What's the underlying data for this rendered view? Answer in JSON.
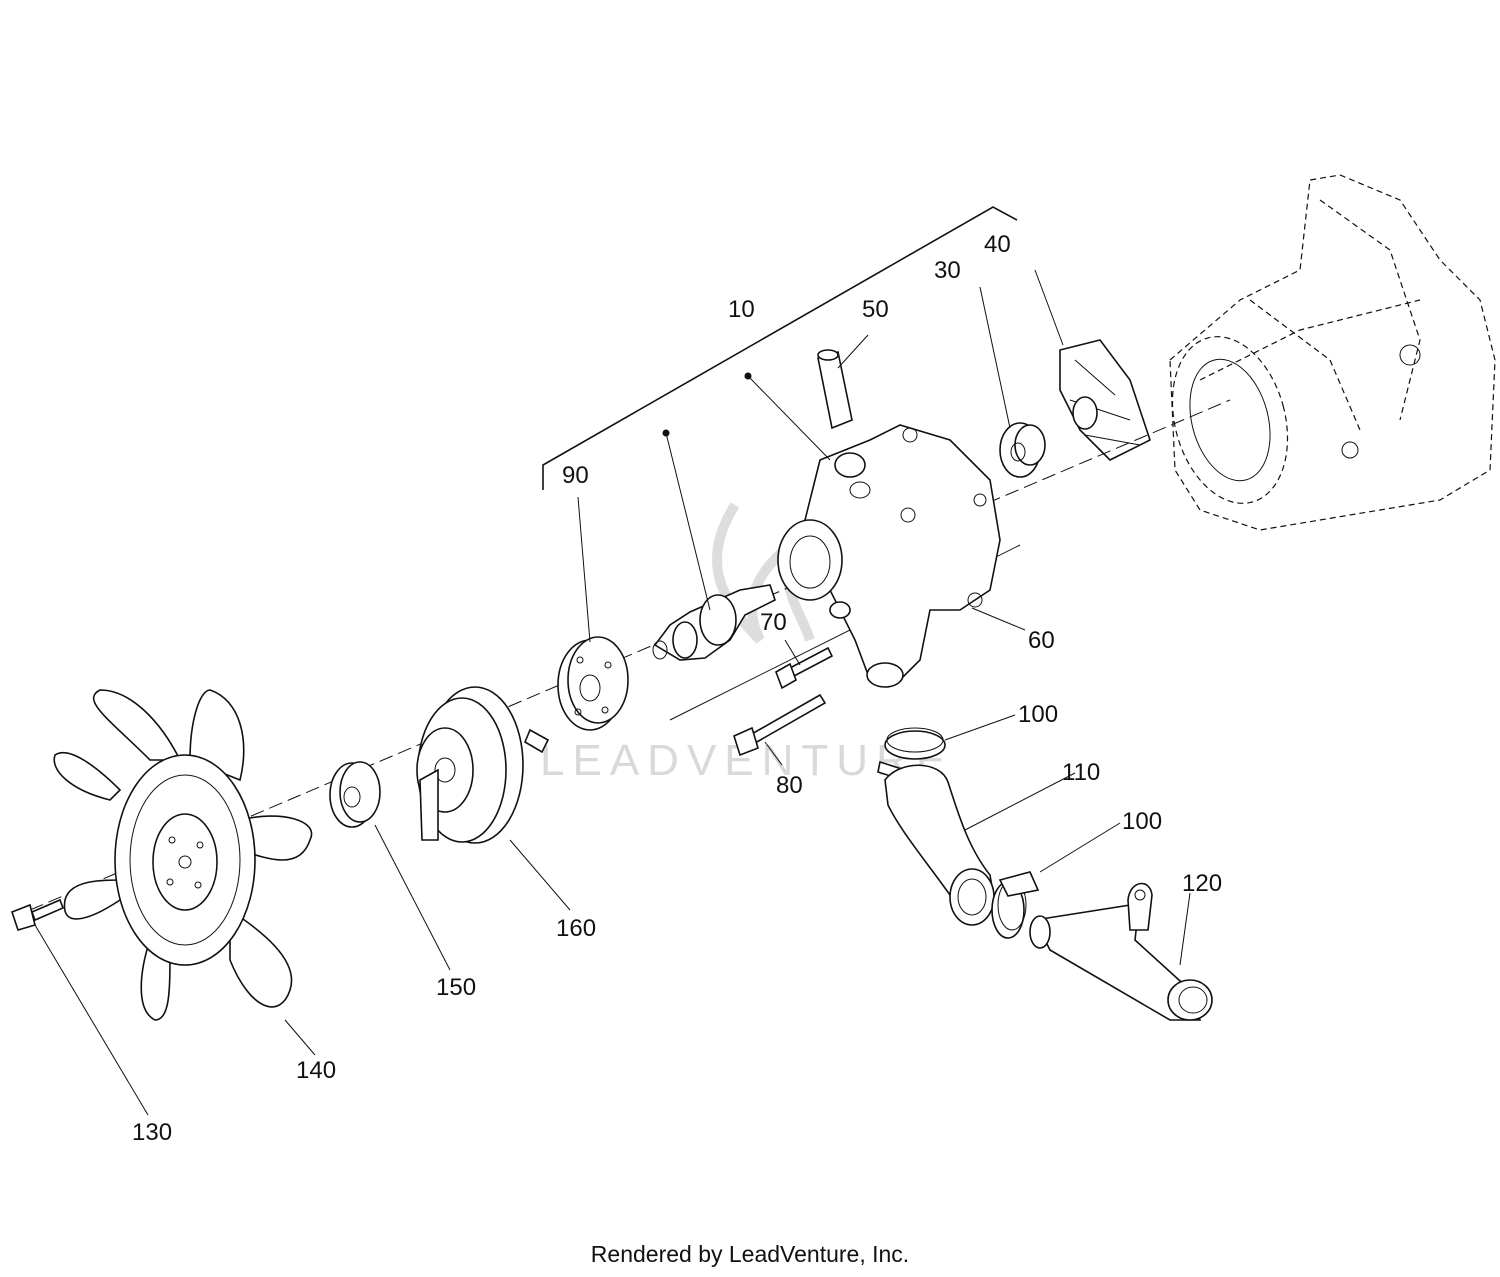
{
  "diagram": {
    "callouts": {
      "c10": "10",
      "c30": "30",
      "c40": "40",
      "c50": "50",
      "c60": "60",
      "c70": "70",
      "c80": "80",
      "c90": "90",
      "c100a": "100",
      "c100b": "100",
      "c110": "110",
      "c120": "120",
      "c130": "130",
      "c140": "140",
      "c150": "150",
      "c160": "160"
    },
    "watermark": "LEADVENTURE",
    "footer": "Rendered by LeadVenture, Inc."
  },
  "colors": {
    "line": "#111111",
    "background": "#ffffff",
    "watermark": "#d9d9d9"
  }
}
